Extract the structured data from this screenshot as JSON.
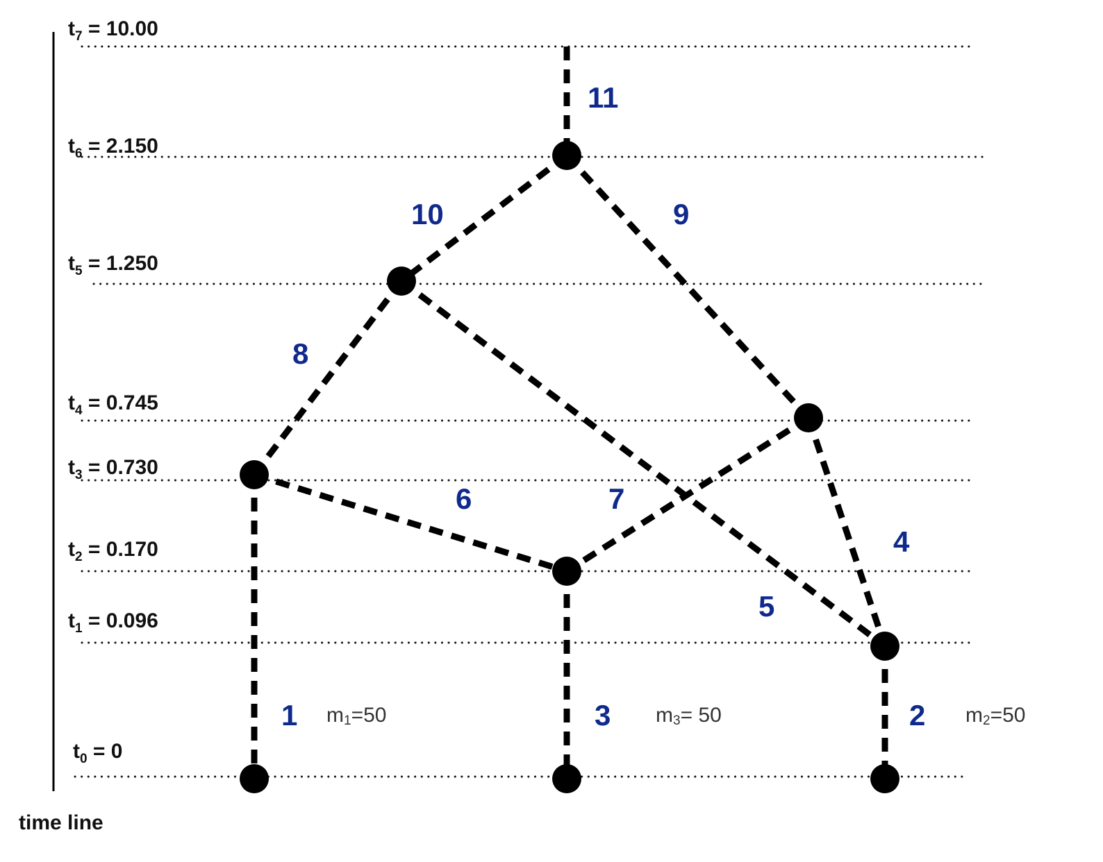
{
  "timeline": {
    "title": "time line",
    "levels": [
      {
        "id": "t7",
        "base": "t",
        "sub": "7",
        "rest": " = 10.00"
      },
      {
        "id": "t6",
        "base": "t",
        "sub": "6",
        "rest": " = 2.150"
      },
      {
        "id": "t5",
        "base": "t",
        "sub": "5",
        "rest": " = 1.250"
      },
      {
        "id": "t4",
        "base": "t",
        "sub": "4",
        "rest": " = 0.745"
      },
      {
        "id": "t3",
        "base": "t",
        "sub": "3",
        "rest": " = 0.730"
      },
      {
        "id": "t2",
        "base": "t",
        "sub": "2",
        "rest": " = 0.170"
      },
      {
        "id": "t1",
        "base": "t",
        "sub": "1",
        "rest": " = 0.096"
      },
      {
        "id": "t0",
        "base": "t",
        "sub": "0",
        "rest": " = 0"
      }
    ]
  },
  "edge_labels": [
    "1",
    "2",
    "3",
    "4",
    "5",
    "6",
    "7",
    "8",
    "9",
    "10",
    "11"
  ],
  "masses": [
    {
      "id": "m1",
      "base": "m",
      "sub": "1",
      "rest": "=50"
    },
    {
      "id": "m3",
      "base": "m",
      "sub": "3",
      "rest": "= 50"
    },
    {
      "id": "m2",
      "base": "m",
      "sub": "2",
      "rest": "=50"
    }
  ],
  "colors": {
    "edge_label": "#0f2a8c",
    "line": "#000000",
    "text": "#111111"
  }
}
